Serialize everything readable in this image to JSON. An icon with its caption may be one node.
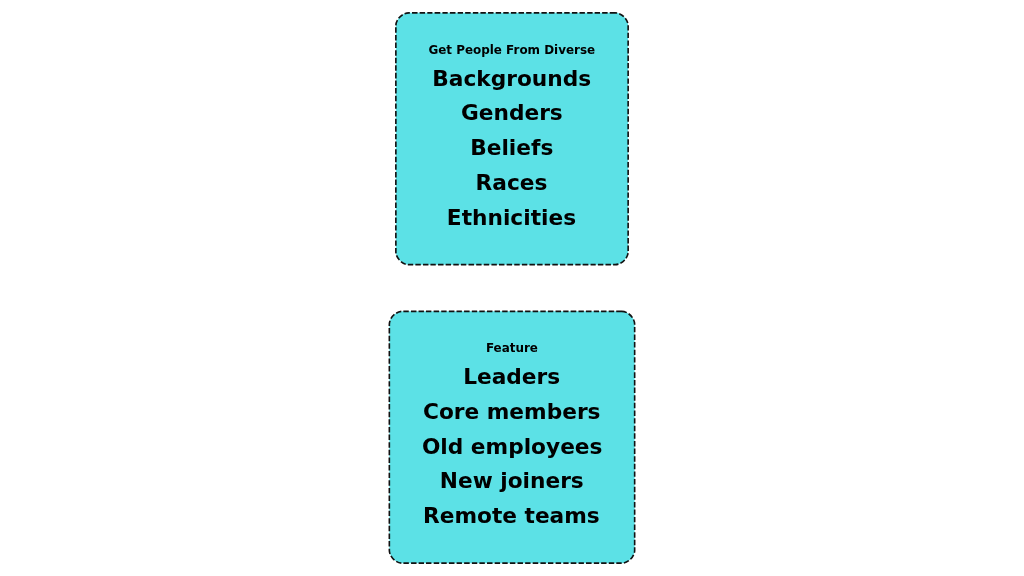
{
  "diagram": {
    "nodes": [
      {
        "text": [
          "Feature",
          "Leaders",
          "Core members",
          "Old employees",
          "New joiners",
          "Remote teams"
        ]
      },
      {
        "text": [
          "Get People From Diverse",
          "Backgrounds",
          "Genders",
          "Beliefs",
          "Races",
          "Ethnicities"
        ]
      }
    ]
  }
}
